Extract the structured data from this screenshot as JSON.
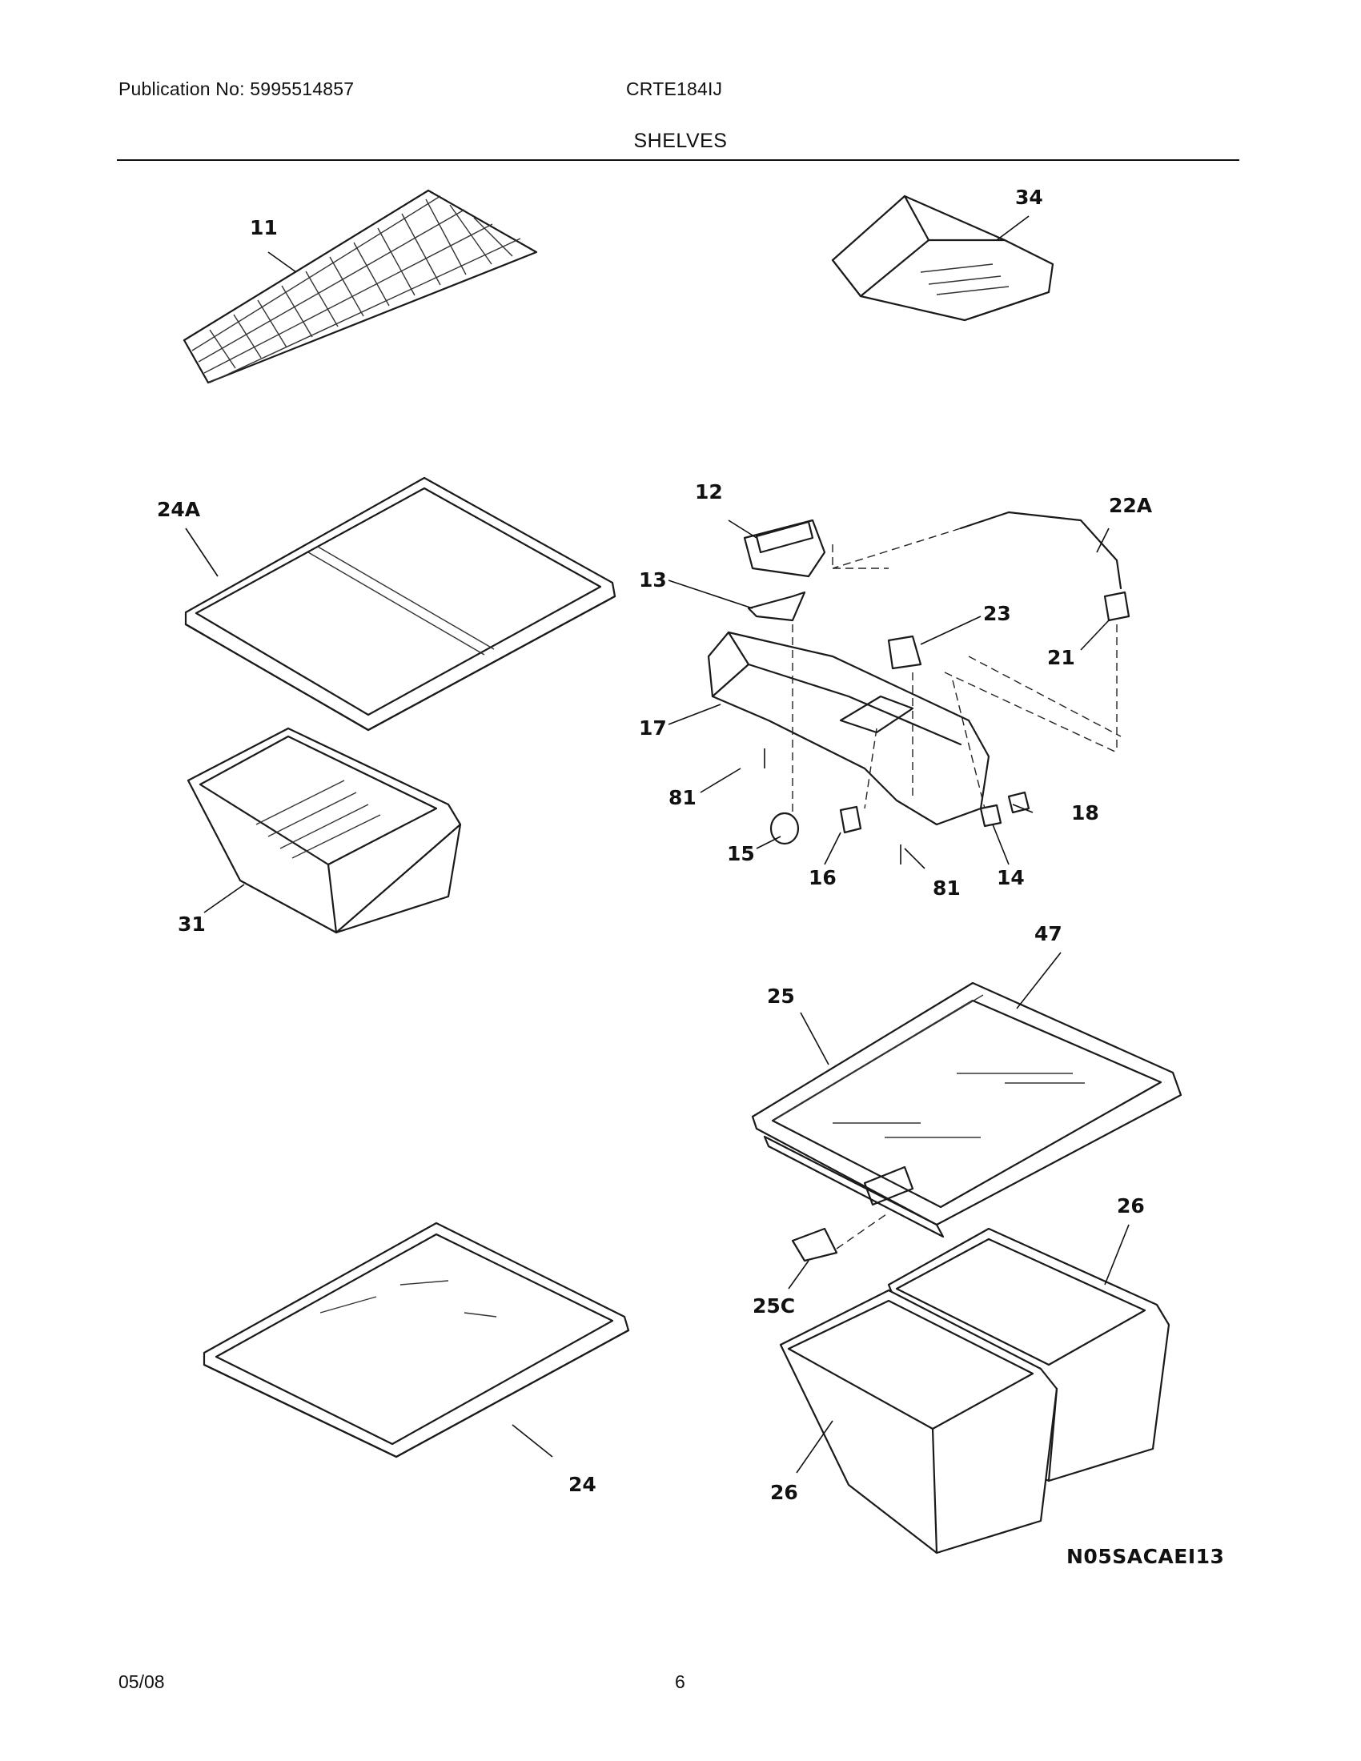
{
  "header": {
    "publication": "Publication No: 5995514857",
    "model": "CRTE184IJ",
    "section_title": "SHELVES"
  },
  "diagram": {
    "callouts": [
      "11",
      "34",
      "24A",
      "12",
      "22A",
      "13",
      "23",
      "21",
      "17",
      "81",
      "18",
      "15",
      "16",
      "81",
      "14",
      "31",
      "47",
      "25",
      "26",
      "25C",
      "24",
      "26"
    ],
    "drawing_code": "N05SACAEI13"
  },
  "footer": {
    "date": "05/08",
    "page": "6"
  }
}
